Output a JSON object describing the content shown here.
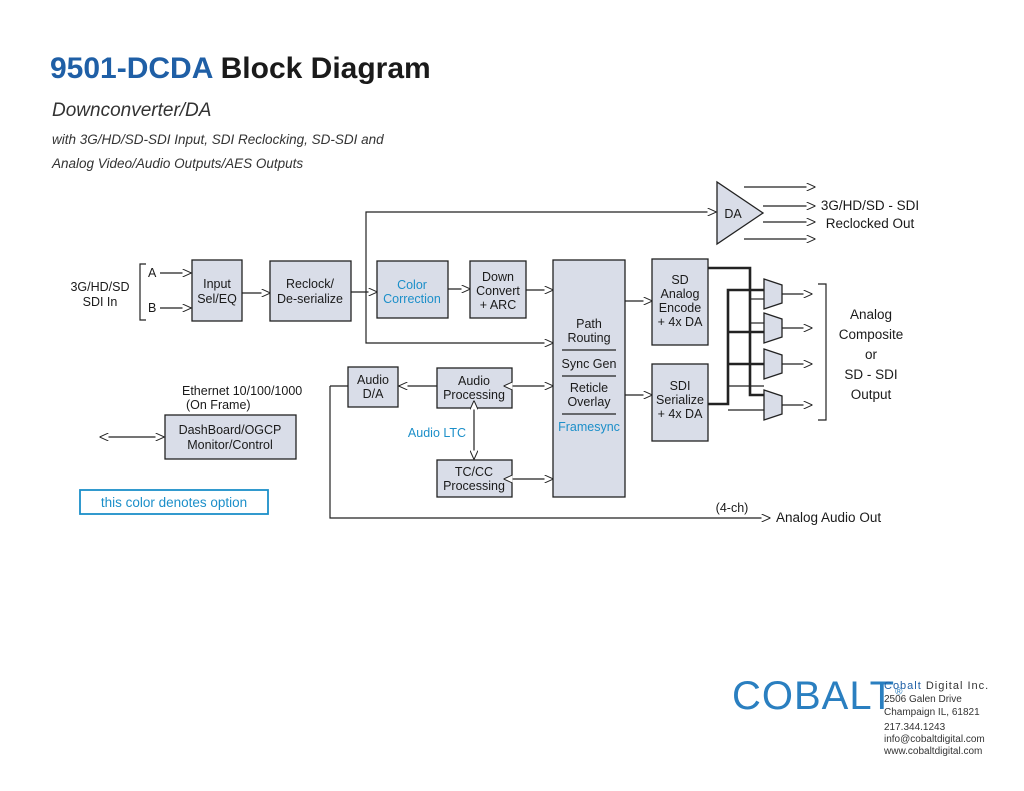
{
  "header": {
    "model": "9501-DCDA",
    "title_rest": "Block Diagram",
    "subtitle": "Downconverter/DA",
    "desc_line1": "with 3G/HD/SD-SDI Input, SDI Reclocking, SD-SDI and",
    "desc_line2": "Analog Video/Audio Outputs/AES Outputs"
  },
  "colors": {
    "option": "#1c8fc9",
    "box_fill": "#d9dde8",
    "brand": "#1f5fa6"
  },
  "diagram": {
    "input_label": [
      "3G/HD/SD",
      "SDI In"
    ],
    "input_a": "A",
    "input_b": "B",
    "input_sel": [
      "Input",
      "Sel/EQ"
    ],
    "reclock": [
      "Reclock/",
      "De-serialize"
    ],
    "color_correction": [
      "Color",
      "Correction"
    ],
    "down_convert": [
      "Down",
      "Convert",
      "+ ARC"
    ],
    "path_routing": [
      "Path",
      "Routing"
    ],
    "sync_gen": "Sync Gen",
    "reticle_overlay": [
      "Reticle",
      "Overlay"
    ],
    "framesync": "Framesync",
    "sd_analog": [
      "SD",
      "Analog",
      "Encode",
      "+ 4x DA"
    ],
    "sdi_serialize": [
      "SDI",
      "Serialize",
      "+ 4x DA"
    ],
    "da": "DA",
    "reclocked_out": [
      "3G/HD/SD - SDI",
      "Reclocked Out"
    ],
    "analog_output": [
      "Analog",
      "Composite",
      "or",
      "SD - SDI",
      "Output"
    ],
    "audio_da": [
      "Audio",
      "D/A"
    ],
    "audio_processing": [
      "Audio",
      "Processing"
    ],
    "audio_ltc": "Audio LTC",
    "tccc": [
      "TC/CC",
      "Processing"
    ],
    "ethernet": [
      "Ethernet 10/100/1000",
      "(On Frame)"
    ],
    "dashboard": [
      "DashBoard/OGCP",
      "Monitor/Control"
    ],
    "option_legend": "this color denotes option",
    "four_ch": "(4-ch)",
    "analog_audio_out": "Analog Audio Out"
  },
  "footer": {
    "logo": "COBALT",
    "logo_mark": "®",
    "company_name_a": "Cobalt",
    "company_name_b": " Digital Inc.",
    "address1": "2506 Galen Drive",
    "address2": "Champaign IL, 61821",
    "phone": "217.344.1243",
    "email": "info@cobaltdigital.com",
    "web": "www.cobaltdigital.com"
  }
}
